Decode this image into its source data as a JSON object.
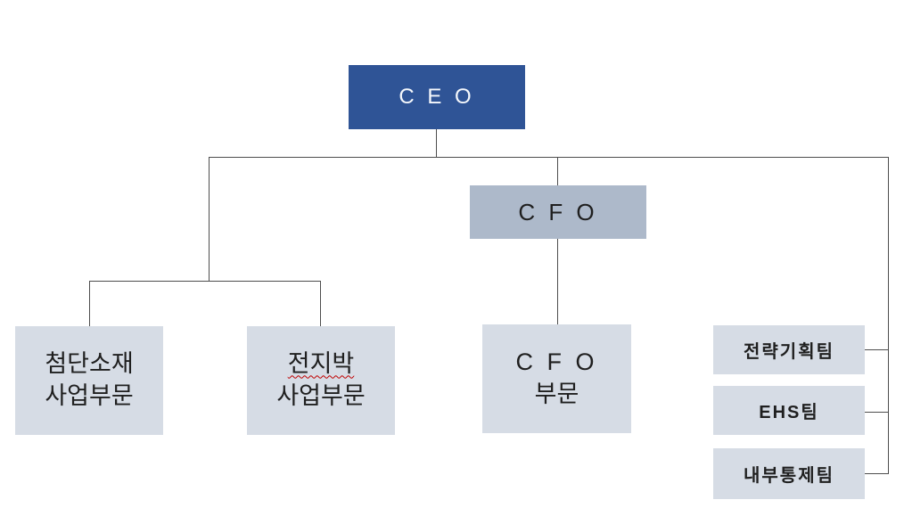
{
  "diagram": {
    "type": "org-chart",
    "nodes": {
      "ceo": {
        "label": "C E O"
      },
      "cfo": {
        "label": "C F O"
      },
      "advanced_materials_division": {
        "line1": "첨단소재",
        "line2": "사업부문"
      },
      "battery_foil_division": {
        "line1": "전지박",
        "line2": "사업부문",
        "has_spellcheck_underline": true
      },
      "cfo_division": {
        "line1": "C F O",
        "line2": "부문"
      },
      "strategic_planning_team": {
        "label": "전략기획팀"
      },
      "ehs_team": {
        "label": "EHS팀"
      },
      "internal_control_team": {
        "label": "내부통제팀"
      }
    },
    "colors": {
      "ceo_fill": "#2F5496",
      "ceo_text": "#FFFFFF",
      "cfo_fill": "#ADB9CA",
      "division_fill": "#D6DCE5",
      "text": "#1F1F1F",
      "connector_line": "#4D4D4D",
      "spellcheck_underline": "#C00000",
      "background": "#FFFFFF"
    }
  }
}
